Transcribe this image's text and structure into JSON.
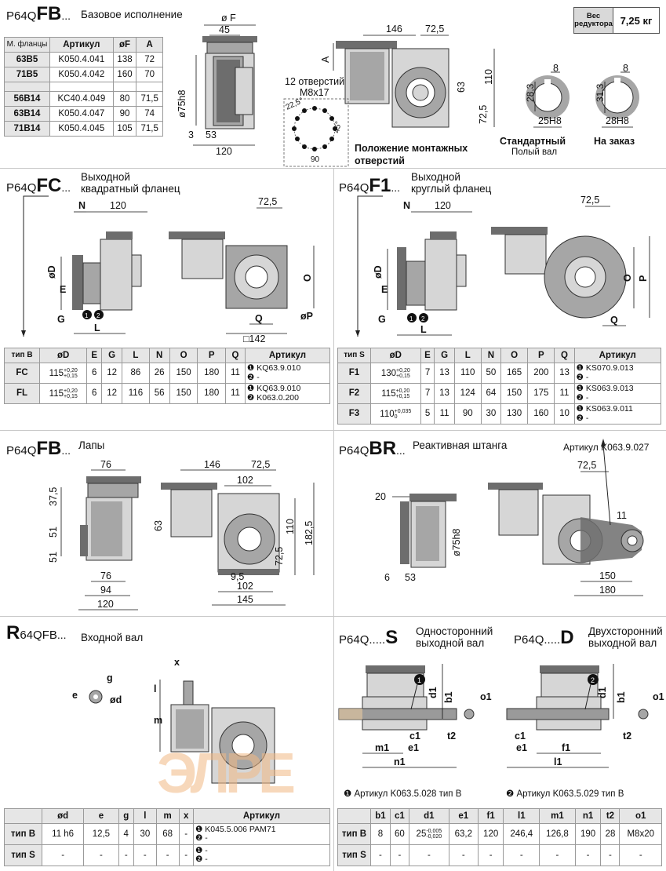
{
  "fb": {
    "prefix": "P64Q",
    "code": "FB",
    "dots": "...",
    "title": "Базовое исполнение",
    "table": {
      "headers": [
        "М. фланцы",
        "Артикул",
        "øF",
        "A"
      ],
      "rows": [
        [
          "63B5",
          "K050.4.041",
          "138",
          "72"
        ],
        [
          "71B5",
          "K050.4.042",
          "160",
          "70"
        ],
        [
          "",
          "",
          "",
          ""
        ],
        [
          "56B14",
          "KC40.4.049",
          "80",
          "71,5"
        ],
        [
          "63B14",
          "K050.4.047",
          "90",
          "74"
        ],
        [
          "71B14",
          "K050.4.045",
          "105",
          "71,5"
        ]
      ]
    },
    "dims": {
      "phiF": "ø F",
      "d45": "45",
      "phi75": "ø75h8",
      "d3": "3",
      "d53": "53",
      "d120": "120",
      "d146": "146",
      "d72_5": "72,5",
      "dA": "A",
      "d63": "63",
      "d110": "110",
      "d72_5b": "72,5"
    },
    "holes": {
      "text1": "12 отверстий",
      "text2": "M8x17",
      "a1": "22,5°",
      "a2": "45°",
      "d90": "90"
    },
    "mount_caption": "Положение монтажных отверстий",
    "shaft_std": {
      "d8": "8",
      "d28_3": "28,3",
      "d25": "25H8",
      "label": "Стандартный",
      "sub": "Полый вал"
    },
    "shaft_order": {
      "d8": "8",
      "d31_3": "31,3",
      "d28": "28H8",
      "label": "На заказ"
    }
  },
  "weight": {
    "label": "Вес редуктора",
    "value": "7,25 кг"
  },
  "fc": {
    "prefix": "P64Q",
    "code": "FC",
    "dots": "...",
    "title1": "Выходной",
    "title2": "квадратный фланец",
    "dims": {
      "N": "N",
      "d120": "120",
      "d72_5": "72,5",
      "phiD": "øD",
      "E": "E",
      "G": "G",
      "L": "L",
      "O": "O",
      "Q": "Q",
      "phiP": "øP",
      "sq142": "□142"
    },
    "table": {
      "headers": [
        "тип B",
        "øD",
        "E",
        "G",
        "L",
        "N",
        "O",
        "P",
        "Q",
        "Артикул"
      ],
      "rows": [
        {
          "type": "FC",
          "d": "115",
          "tol_up": "+0,20",
          "tol_dn": "+0,15",
          "E": "6",
          "G": "12",
          "L": "86",
          "N": "26",
          "O": "150",
          "P": "180",
          "Q": "11",
          "art1": "KQ63.9.010",
          "art2": "-"
        },
        {
          "type": "FL",
          "d": "115",
          "tol_up": "+0,20",
          "tol_dn": "+0,15",
          "E": "6",
          "G": "12",
          "L": "116",
          "N": "56",
          "O": "150",
          "P": "180",
          "Q": "11",
          "art1": "KQ63.9.010",
          "art2": "K063.0.200"
        }
      ]
    }
  },
  "f1": {
    "prefix": "P64Q",
    "code": "F1",
    "dots": "...",
    "title1": "Выходной",
    "title2": "круглый фланец",
    "dims": {
      "N": "N",
      "d120": "120",
      "d72_5": "72,5",
      "phiD": "øD",
      "E": "E",
      "G": "G",
      "L": "L",
      "O": "O",
      "P": "P",
      "Q": "Q"
    },
    "table": {
      "headers": [
        "тип S",
        "øD",
        "E",
        "G",
        "L",
        "N",
        "O",
        "P",
        "Q",
        "Артикул"
      ],
      "rows": [
        {
          "type": "F1",
          "d": "130",
          "tol_up": "+0,20",
          "tol_dn": "+0,15",
          "E": "7",
          "G": "13",
          "L": "110",
          "N": "50",
          "O": "165",
          "P": "200",
          "Q": "13",
          "art1": "KS070.9.013",
          "art2": "-"
        },
        {
          "type": "F2",
          "d": "115",
          "tol_up": "+0,20",
          "tol_dn": "+0,15",
          "E": "7",
          "G": "13",
          "L": "124",
          "N": "64",
          "O": "150",
          "P": "175",
          "Q": "11",
          "art1": "KS063.9.013",
          "art2": "-"
        },
        {
          "type": "F3",
          "d": "110",
          "tol_up": "+0,035",
          "tol_dn": "0",
          "E": "5",
          "G": "11",
          "L": "90",
          "N": "30",
          "O": "130",
          "P": "160",
          "Q": "10",
          "art1": "KS063.9.011",
          "art2": "-"
        }
      ]
    }
  },
  "feet": {
    "prefix": "P64Q",
    "code": "FB",
    "dots": "...",
    "title": "Лапы",
    "dims": {
      "d76": "76",
      "d37_5": "37,5",
      "d51a": "51",
      "d51b": "51",
      "d76b": "76",
      "d94": "94",
      "d120": "120",
      "d146": "146",
      "d72_5": "72,5",
      "d102": "102",
      "d63": "63",
      "d110": "110",
      "d182_5": "182,5",
      "d72_5b": "72,5",
      "d9_5": "9,5",
      "d102b": "102",
      "d145": "145"
    }
  },
  "br": {
    "prefix": "P64Q",
    "code": "BR",
    "dots": "...",
    "title": "Реактивная штанга",
    "article": "Артикул K063.9.027",
    "dims": {
      "d20": "20",
      "phi75": "ø75h8",
      "d6": "6",
      "d53": "53",
      "d72_5": "72,5",
      "d11": "11",
      "d150": "150",
      "d180": "180"
    }
  },
  "input": {
    "prefix": "R",
    "code": "64QFB",
    "dots": "...",
    "title": "Входной вал",
    "dims": {
      "g": "g",
      "e": "e",
      "phid": "ød",
      "x": "x",
      "l": "l",
      "m": "m"
    },
    "table": {
      "headers": [
        "",
        "ød",
        "e",
        "g",
        "l",
        "m",
        "x",
        "Артикул"
      ],
      "rows": [
        {
          "type": "тип B",
          "d": "11 h6",
          "e": "12,5",
          "g": "4",
          "l": "30",
          "m": "68",
          "x": "-",
          "art1": "K045.5.006 PAM71",
          "art2": "-"
        },
        {
          "type": "тип S",
          "d": "-",
          "e": "-",
          "g": "-",
          "l": "-",
          "m": "-",
          "x": "-",
          "art1": "-",
          "art2": "-"
        }
      ]
    }
  },
  "shaft_s": {
    "prefix": "P64Q.....",
    "code": "S",
    "title1": "Односторонний",
    "title2": "выходной вал",
    "dims": {
      "d1": "d1",
      "b1": "b1",
      "o1": "o1",
      "c1": "c1",
      "t2": "t2",
      "m1": "m1",
      "e1": "e1",
      "n1": "n1"
    }
  },
  "shaft_d": {
    "prefix": "P64Q.....",
    "code": "D",
    "title1": "Двухсторонний",
    "title2": "выходной вал",
    "dims": {
      "d1": "d1",
      "b1": "b1",
      "o1": "o1",
      "c1": "c1",
      "t2": "t2",
      "f1": "f1",
      "e1": "e1",
      "l1": "l1"
    }
  },
  "shaft_notes": {
    "n1": "Артикул K063.5.028  тип B",
    "n2": "Артикул K063.5.029  тип B"
  },
  "shaft_table": {
    "headers": [
      "",
      "b1",
      "c1",
      "d1",
      "e1",
      "f1",
      "l1",
      "m1",
      "n1",
      "t2",
      "o1"
    ],
    "rows": [
      {
        "type": "тип B",
        "b1": "8",
        "c1": "60",
        "d1": "25",
        "d1_up": "-0,005",
        "d1_dn": "-0,020",
        "e1": "63,2",
        "f1": "120",
        "l1": "246,4",
        "m1": "126,8",
        "n1": "190",
        "t2": "28",
        "o1": "M8x20"
      },
      {
        "type": "тип S",
        "b1": "-",
        "c1": "-",
        "d1": "-",
        "d1_up": "",
        "d1_dn": "",
        "e1": "-",
        "f1": "-",
        "l1": "-",
        "m1": "-",
        "n1": "-",
        "t2": "-",
        "o1": "-"
      }
    ]
  },
  "watermark": "ЭЛРЕ"
}
